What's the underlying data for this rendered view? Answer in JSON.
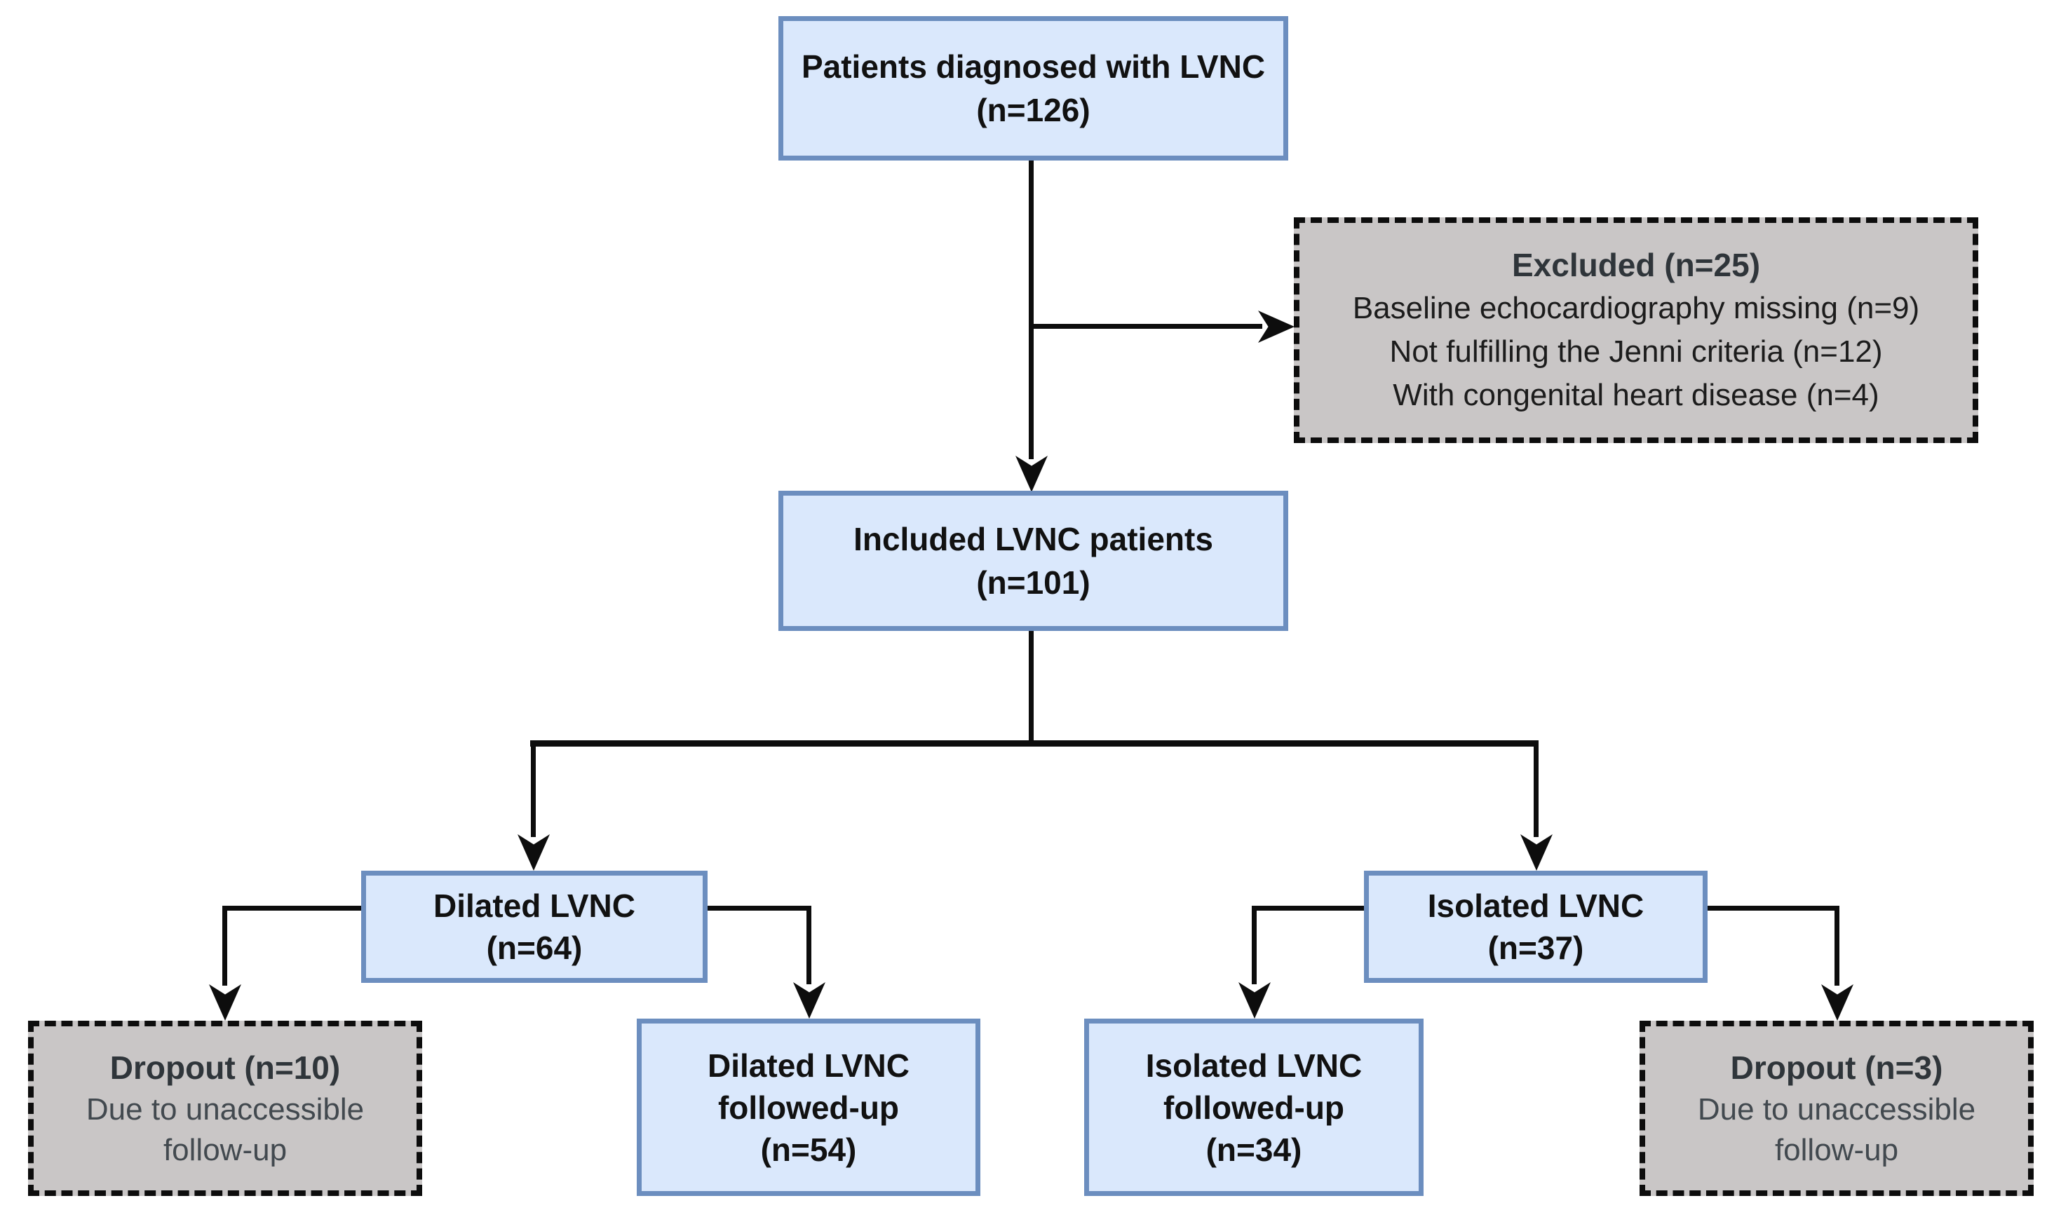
{
  "nodes": {
    "patients_diagnosed": {
      "title": "Patients diagnosed with LVNC",
      "count": "(n=126)"
    },
    "excluded": {
      "title": "Excluded (n=25)",
      "reasons": [
        "Baseline echocardiography missing (n=9)",
        "Not fulfilling the Jenni criteria (n=12)",
        "With congenital heart disease (n=4)"
      ]
    },
    "included": {
      "title": "Included LVNC patients",
      "count": "(n=101)"
    },
    "dilated": {
      "title": "Dilated LVNC",
      "count": "(n=64)"
    },
    "isolated": {
      "title": "Isolated LVNC",
      "count": "(n=37)"
    },
    "dropout_dilated": {
      "title": "Dropout (n=10)",
      "reason": "Due to unaccessible follow-up"
    },
    "dilated_followup": {
      "line1": "Dilated LVNC",
      "line2": "followed-up",
      "count": "(n=54)"
    },
    "isolated_followup": {
      "line1": "Isolated LVNC",
      "line2": "followed-up",
      "count": "(n=34)"
    },
    "dropout_isolated": {
      "title": "Dropout (n=3)",
      "reason": "Due to unaccessible follow-up"
    }
  },
  "colors": {
    "node_fill": "#dae8fc",
    "node_border": "#6c8ebf",
    "excluded_fill": "#c9c6c6",
    "excluded_border": "#0d0d0d",
    "connector": "#0d0d0d",
    "text_primary": "#111111",
    "dropout_title": "#2f353a",
    "dropout_text": "#42494f"
  }
}
